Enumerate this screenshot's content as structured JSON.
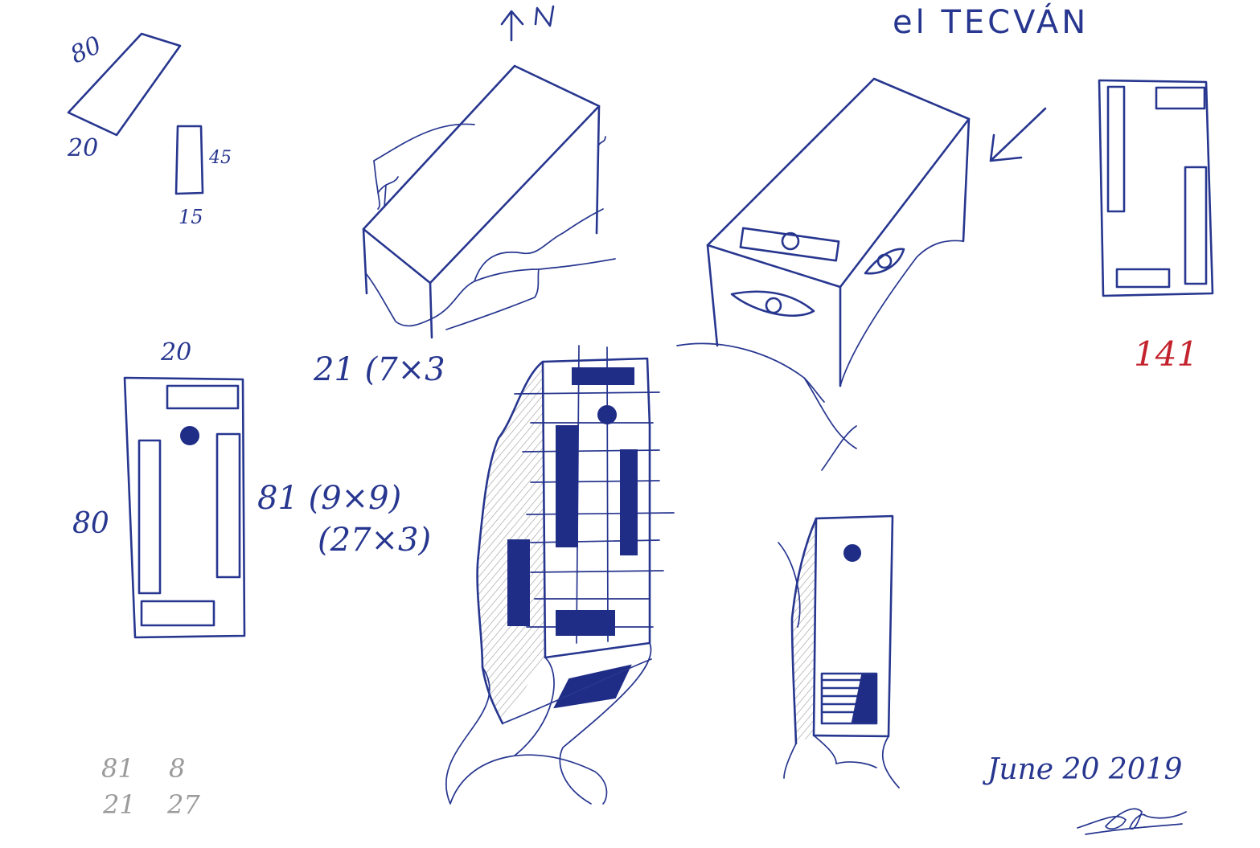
{
  "title": "el TECVÁN",
  "north_arrow": {
    "label": "N"
  },
  "page_number": "141",
  "date": "June 20 2019",
  "plan_dims": {
    "length": "80",
    "width": "20"
  },
  "small_rect_dims": {
    "height": "45",
    "width": "15"
  },
  "count_top": "21 (7×3",
  "count_mid_a": "81 (9×9)",
  "count_mid_b": "(27×3)",
  "front_plan": {
    "top": "20",
    "side": "80"
  },
  "pencil_notes": {
    "row1_a": "81",
    "row1_b": "8",
    "row2_a": "21",
    "row2_b": "27"
  },
  "colors": {
    "ink": "#27368f",
    "red_ink": "#c4232e",
    "pencil": "#9a9a9a"
  }
}
